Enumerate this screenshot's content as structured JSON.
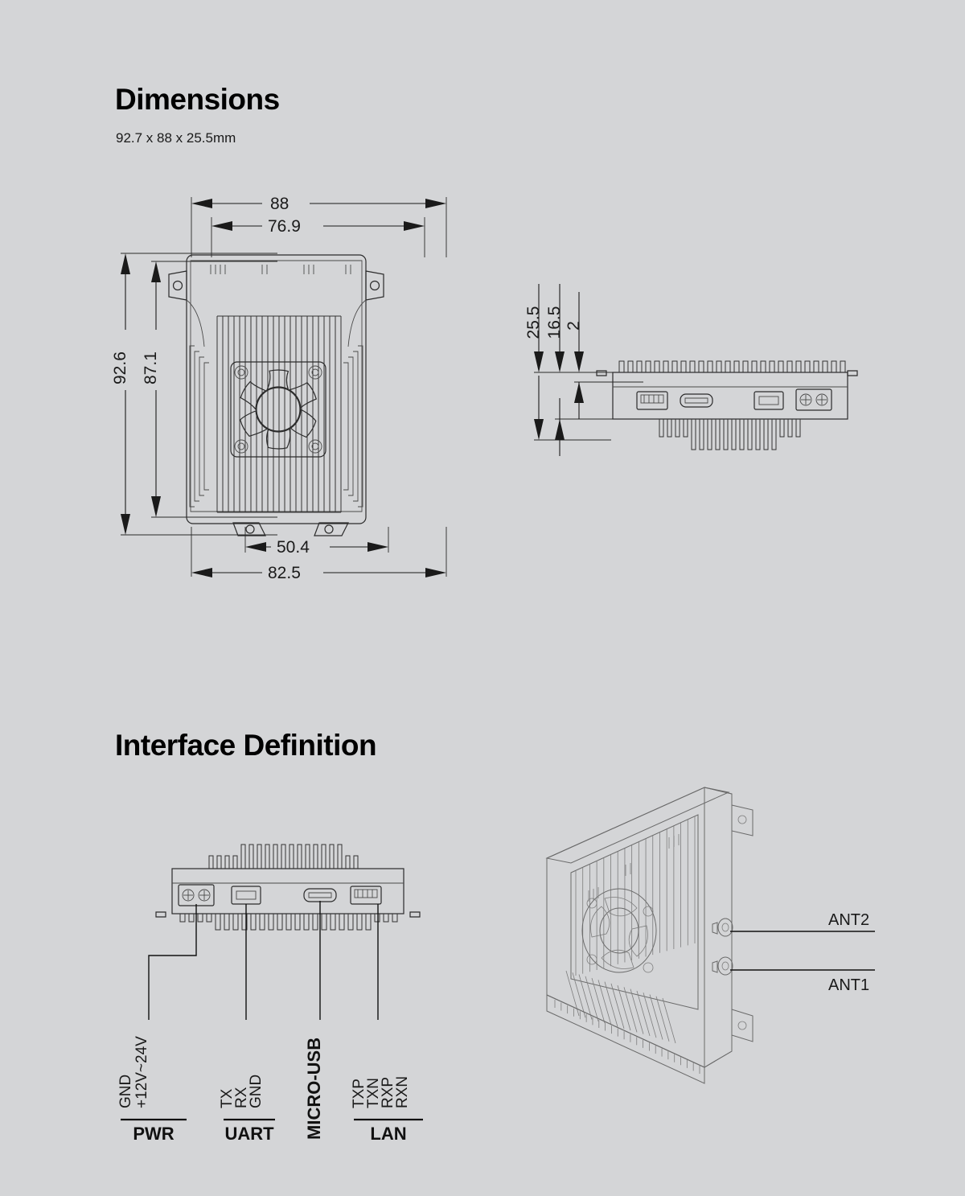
{
  "sections": {
    "dimensions": {
      "title": "Dimensions",
      "subtitle": "92.7 x 88 x 25.5mm"
    },
    "interface": {
      "title": "Interface Definition"
    }
  },
  "top_view": {
    "name": "top-view-drawing",
    "dimensions": {
      "width_outer": "88",
      "width_inner": "76.9",
      "height_outer": "92.6",
      "height_inner": "87.1",
      "mount_spacing": "50.4",
      "width_body": "82.5"
    }
  },
  "side_view": {
    "name": "side-view-drawing",
    "dimensions": {
      "total_height": "25.5",
      "body_height": "16.5",
      "flange_height": "2"
    }
  },
  "interface_side_view": {
    "connector_groups": [
      {
        "group": "PWR",
        "pins": [
          "GND",
          "+12V~24V"
        ]
      },
      {
        "group": "UART",
        "pins": [
          "TX",
          "RX",
          "GND"
        ]
      },
      {
        "group": "MICRO-USB",
        "pins": []
      },
      {
        "group": "LAN",
        "pins": [
          "TXP",
          "TXN",
          "RXP",
          "RXN"
        ]
      }
    ]
  },
  "iso_view": {
    "name": "isometric-view-drawing",
    "callouts": [
      {
        "label": "ANT2"
      },
      {
        "label": "ANT1"
      }
    ]
  },
  "colors": {
    "background": "#d4d5d7",
    "line": "#1a1a1a",
    "iso_line": "#6a6a6a",
    "text": "#111111"
  }
}
